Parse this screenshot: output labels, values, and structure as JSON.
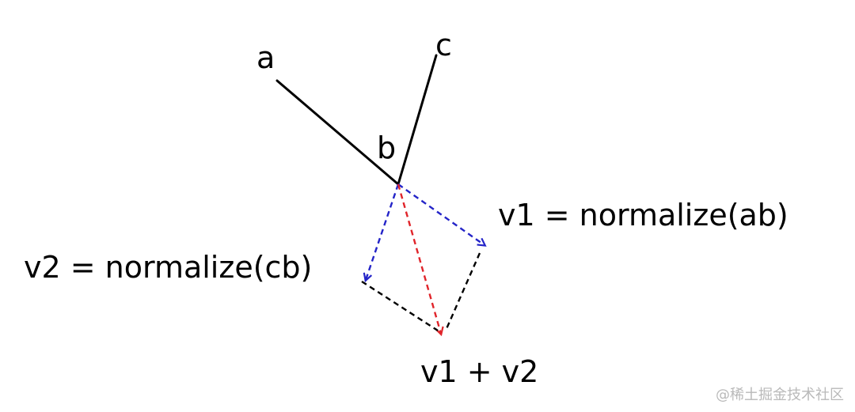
{
  "labels": {
    "a": "a",
    "b": "b",
    "c": "c",
    "v1": "v1 = normalize(ab)",
    "v2": "v2 = normalize(cb)",
    "sum": "v1 + v2"
  },
  "watermark": "@稀土掘金技术社区",
  "colors": {
    "line": "#000000",
    "unit_vector": "#2424c8",
    "sum_vector": "#e0242a",
    "parallelogram": "#000000",
    "watermark": "#b9b9b9"
  }
}
